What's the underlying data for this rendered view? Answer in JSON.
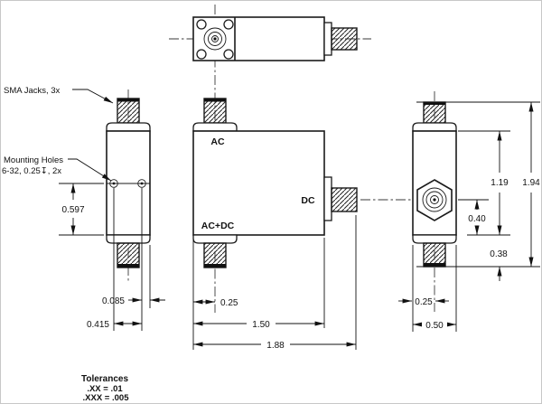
{
  "annotations": {
    "sma_jacks": "SMA Jacks, 3x",
    "mounting_line1": "Mounting Holes",
    "mounting_line2": "6-32, 0.25↧, 2x"
  },
  "ports": {
    "ac": "AC",
    "dc": "DC",
    "ac_dc": "AC+DC"
  },
  "dims": {
    "hole_center_to_bottom": "0.597",
    "hole_to_edge": "0.085",
    "hole_span": "0.415",
    "ac_port_offset": "0.25",
    "body_width": "1.50",
    "overall_width": "1.88",
    "dc_centerline_offset": "0.25",
    "body_depth": "0.50",
    "body_height": "1.19",
    "overall_height": "1.94",
    "dc_to_bottom": "0.40",
    "connector_stickout": "0.38"
  },
  "tolerances": {
    "title": "Tolerances",
    "xx": ".XX = .01",
    "xxx": ".XXX = .005"
  },
  "colors": {
    "line": "#1a1a1a",
    "background": "#ffffff"
  }
}
